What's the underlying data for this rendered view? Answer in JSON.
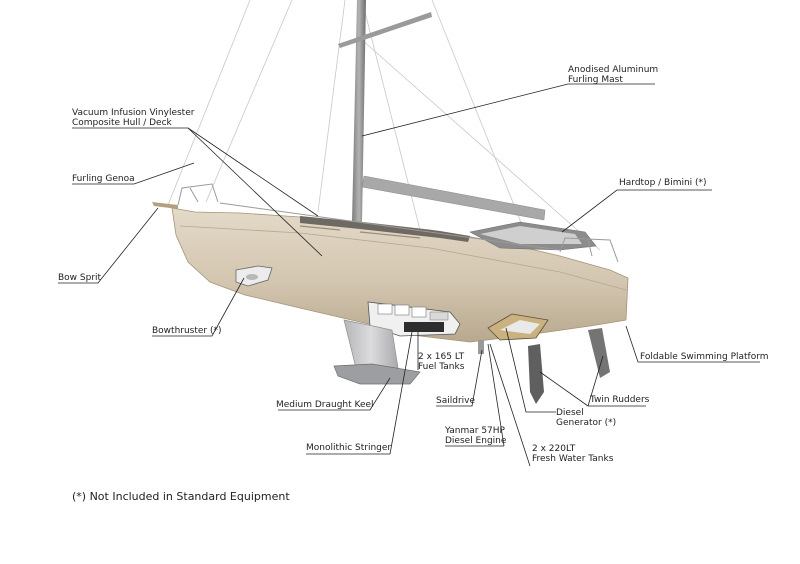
{
  "callouts": {
    "anodised_mast": [
      "Anodised Aluminum",
      "Furling Mast"
    ],
    "hull_deck": [
      "Vacuum Infusion Vinylester",
      "Composite Hull / Deck"
    ],
    "furling_genoa": "Furling Genoa",
    "hardtop": "Hardtop / Bimini (*)",
    "bow_sprit": "Bow Sprit",
    "bowthruster": "Bowthruster (*)",
    "fuel_tanks": [
      "2 x 165 LT",
      "Fuel Tanks"
    ],
    "swimming_platform": "Foldable Swimming Platform",
    "twin_rudders": "Twin Rudders",
    "medium_keel": "Medium Draught Keel",
    "saildrive": "Saildrive",
    "diesel_generator": [
      "Diesel",
      "Generator (*)"
    ],
    "yanmar_engine": [
      "Yanmar 57HP",
      "Diesel Engine"
    ],
    "fresh_water_tanks": [
      "2 x 220LT",
      "Fresh Water Tanks"
    ],
    "monolithic_stringer": "Monolithic Stringer"
  },
  "footnote": "(*) Not Included in Standard Equipment",
  "colors": {
    "hull": "#d8ccb8",
    "hull_shadow": "#b9a98f",
    "keel": "#c9c9cb",
    "mast": "#8a8a8a",
    "leader_line": "#222222"
  }
}
